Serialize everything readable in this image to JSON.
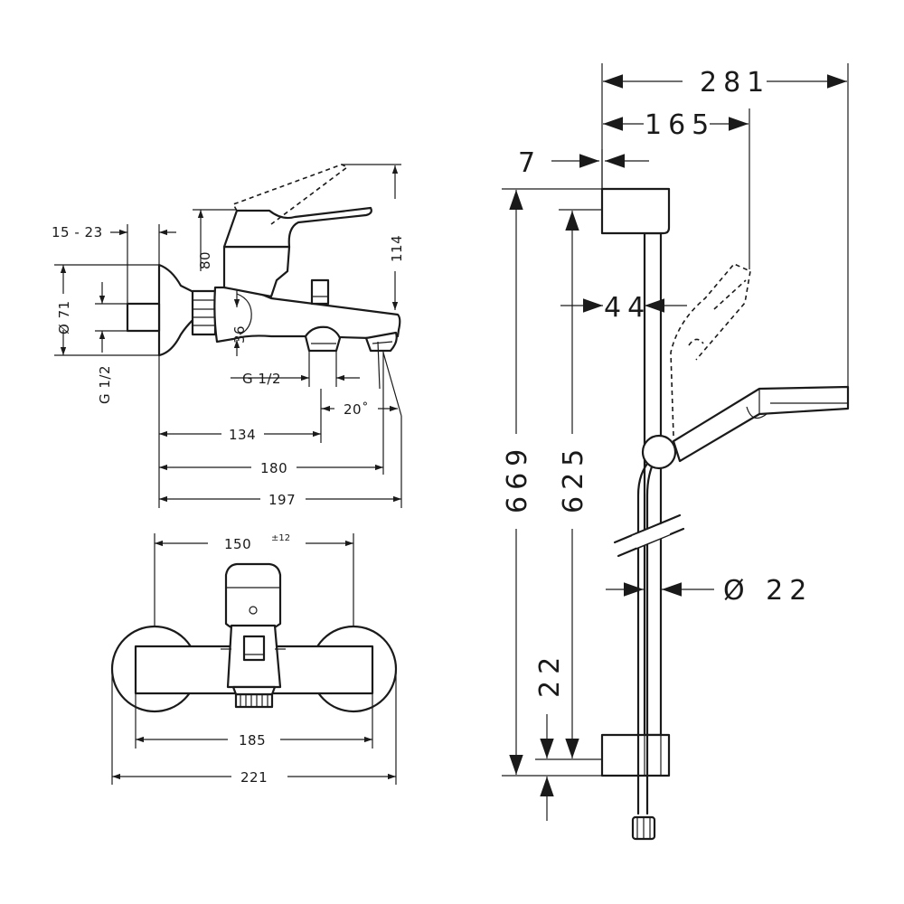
{
  "mixer_side_view": {
    "dim_15_23": "15 - 23",
    "dim_80": "80",
    "dim_114": "114",
    "dim_d71": "Ø 71",
    "dim_g12_vertical": "G 1/2",
    "dim_36": "36",
    "dim_g12_outlet": "G 1/2",
    "dim_20deg": "20˚",
    "dim_134": "134",
    "dim_180": "180",
    "dim_197": "197"
  },
  "mixer_front_view": {
    "dim_150": "150",
    "dim_150_tolerance": "±12",
    "dim_185": "185",
    "dim_221": "221"
  },
  "shower_rail": {
    "dim_281": "281",
    "dim_165": "165",
    "dim_7": "7",
    "dim_44": "44",
    "dim_669": "669",
    "dim_625": "625",
    "dim_d22": "Ø 22",
    "dim_22": "22"
  }
}
